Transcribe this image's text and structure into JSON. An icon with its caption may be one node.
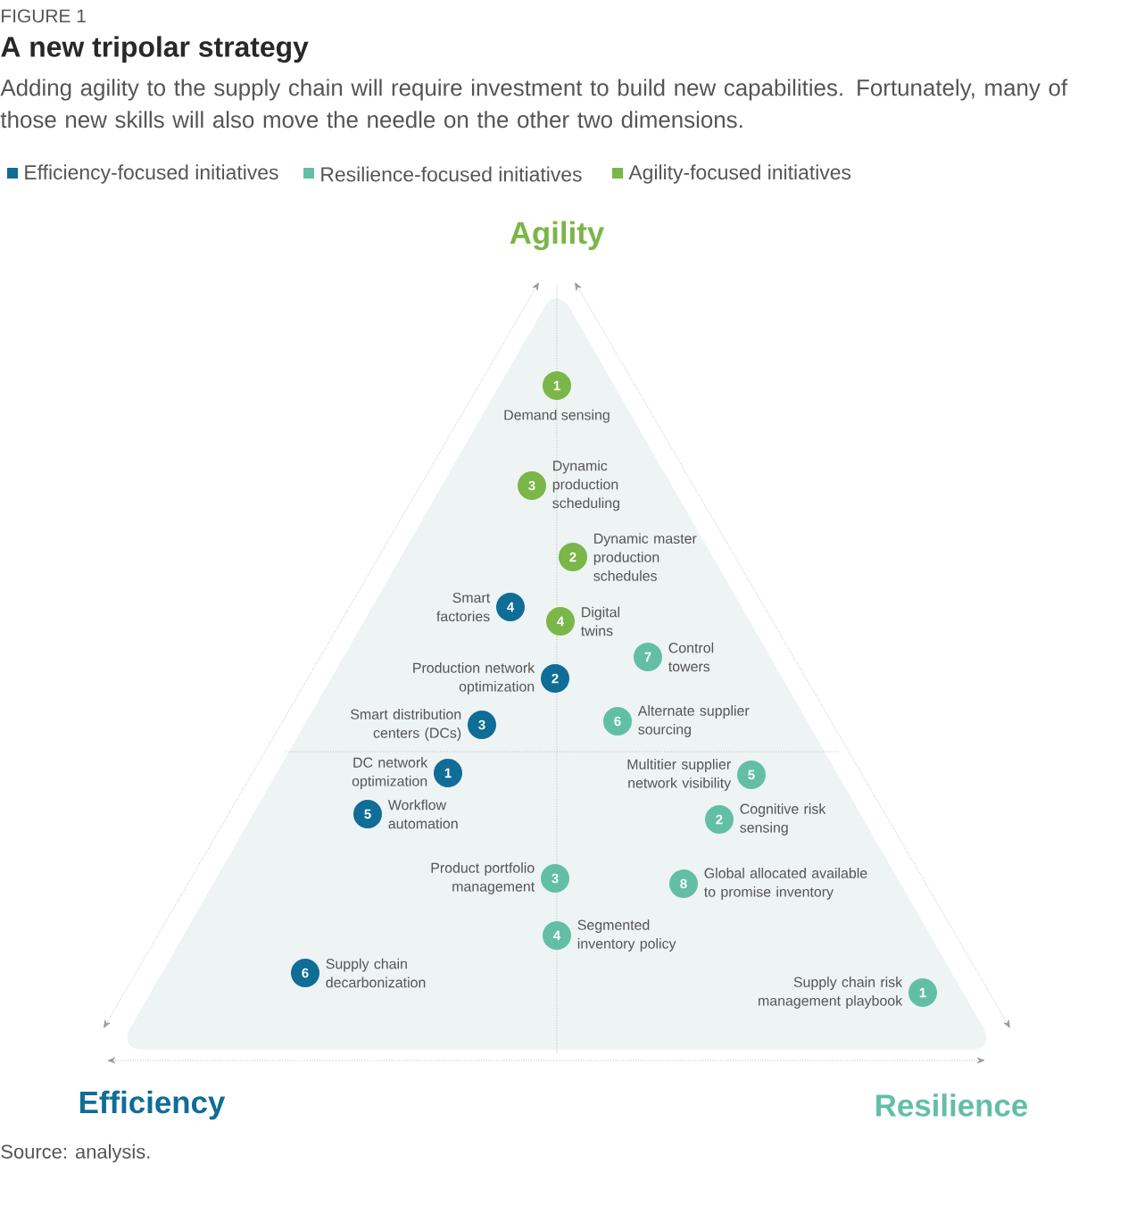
{
  "diagram": {
    "title": "A new tripolar strategy",
    "caption": "Adding agility to the supply chain will require investment to build new capabilities. Fortunately, many of those new skills will also move the needle on the other two dimensions.",
    "nodes": [
      {
        "text": [
          "1"
        ],
        "beside": [
          "Demand sensing"
        ]
      },
      {
        "text": [
          "3"
        ],
        "beside": [
          "Dynamic production scheduling"
        ]
      },
      {
        "text": [
          "2"
        ],
        "beside": [
          "Dynamic master production schedules"
        ]
      },
      {
        "text": [
          "4"
        ],
        "beside": [
          "Smart factories"
        ]
      },
      {
        "text": [
          "4"
        ],
        "beside": [
          "Digital twins"
        ]
      },
      {
        "text": [
          "7"
        ],
        "beside": [
          "Control towers"
        ]
      },
      {
        "text": [
          "2"
        ],
        "beside": [
          "Production network optimization"
        ]
      },
      {
        "text": [
          "3"
        ],
        "beside": [
          "Smart distribution centers (DCs)"
        ]
      },
      {
        "text": [
          "6"
        ],
        "beside": [
          "Alternate supplier sourcing"
        ]
      },
      {
        "text": [
          "1"
        ],
        "beside": [
          "DC network optimization"
        ]
      },
      {
        "text": [
          "5"
        ],
        "beside": [
          "Multitier supplier network visibility"
        ]
      },
      {
        "text": [
          "5"
        ],
        "beside": [
          "Workflow automation"
        ]
      },
      {
        "text": [
          "2"
        ],
        "beside": [
          "Cognitive risk sensing"
        ]
      },
      {
        "text": [
          "3"
        ],
        "beside": [
          "Product portfolio management"
        ]
      },
      {
        "text": [
          "8"
        ],
        "beside": [
          "Global allocated available to promise inventory"
        ]
      },
      {
        "text": [
          "4"
        ],
        "beside": [
          "Segmented inventory policy"
        ]
      },
      {
        "text": [
          "6"
        ],
        "beside": [
          "Supply chain decarbonization"
        ]
      },
      {
        "text": [
          "1"
        ],
        "beside": [
          "Supply chain risk management playbook"
        ]
      }
    ],
    "labels": [
      "FIGURE 1",
      "Agility",
      "Efficiency",
      "Resilience",
      "Source: analysis."
    ],
    "legend": [
      {
        "text": "Efficiency-focused initiatives",
        "color": "#0f6d96"
      },
      {
        "text": "Resilience-focused initiatives",
        "color": "#62bfa6"
      },
      {
        "text": "Agility-focused initiatives",
        "color": "#7ab648"
      }
    ]
  }
}
